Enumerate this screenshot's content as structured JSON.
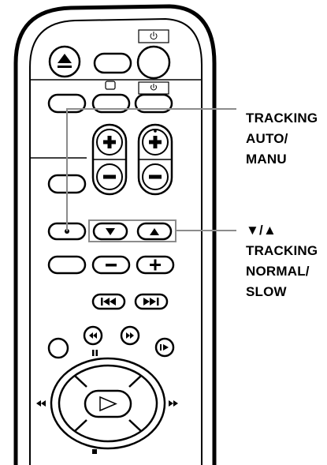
{
  "callouts": {
    "tracking_auto_manu": [
      "TRACKING",
      "AUTO/",
      "MANU"
    ],
    "tracking_normal_slow": [
      "▼/▲",
      "TRACKING",
      "NORMAL/",
      "SLOW"
    ]
  },
  "icons": {
    "eject": "eject-icon",
    "power": "power-icon",
    "tv-screen": "tv-screen-icon",
    "plus": "plus-icon",
    "minus": "minus-icon",
    "tracking-down": "down-triangle-icon",
    "tracking-up": "up-triangle-icon",
    "previous": "previous-icon",
    "next": "next-icon",
    "rewind": "rewind-icon",
    "fast-forward": "fast-forward-icon",
    "slow": "slow-icon",
    "pause": "pause-icon",
    "play": "play-icon",
    "stop": "stop-icon"
  },
  "colors": {
    "outline": "#000000",
    "highlight_box": "#8c8c8c",
    "button_fill": "#ffffff"
  }
}
